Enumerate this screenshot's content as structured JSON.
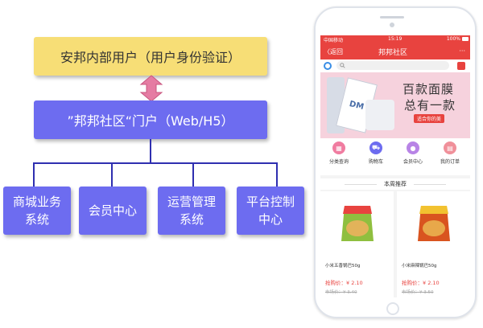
{
  "diagram": {
    "top_box": "安邦内部用户（用户身份验证）",
    "portal_box": "”邦邦社区“门户（Web/H5）",
    "subsystems": [
      {
        "line1": "商城业务",
        "line2": "系统"
      },
      {
        "line1": "会员中心",
        "line2": ""
      },
      {
        "line1": "运营管理",
        "line2": "系统"
      },
      {
        "line1": "平台控制",
        "line2": "中心"
      }
    ],
    "colors": {
      "top_box": "#f7de76",
      "portal_box": "#6d6cf0",
      "arrow": "#e57ca3",
      "connector": "#2f2fb0"
    }
  },
  "phone": {
    "status": {
      "carrier": "中国移动",
      "time": "15:19",
      "battery": "100%"
    },
    "nav": {
      "back": "返回",
      "title": "邦邦社区",
      "more": "···"
    },
    "banner": {
      "line1": "百款面膜",
      "line2": "总有一款",
      "line3": "适合你的美",
      "brand": "DM"
    },
    "menu": [
      {
        "label": "分类查询",
        "icon": "grid-icon",
        "color": "#f07ca0"
      },
      {
        "label": "购物车",
        "icon": "cart-icon",
        "color": "#6d6cf0"
      },
      {
        "label": "会员中心",
        "icon": "user-icon",
        "color": "#b884e6"
      },
      {
        "label": "我的订单",
        "icon": "order-icon",
        "color": "#f0909a"
      }
    ],
    "section_title": "本周推荐",
    "products": [
      {
        "name": "小米五香锅巴50g",
        "price": "抢购价：¥ 2.10",
        "old_price": "市场价：¥ 3.40"
      },
      {
        "name": "小米麻辣锅巴50g",
        "price": "抢购价：¥ 2.10",
        "old_price": "市场价：¥ 3.50"
      }
    ],
    "accent": "#e8433f"
  }
}
